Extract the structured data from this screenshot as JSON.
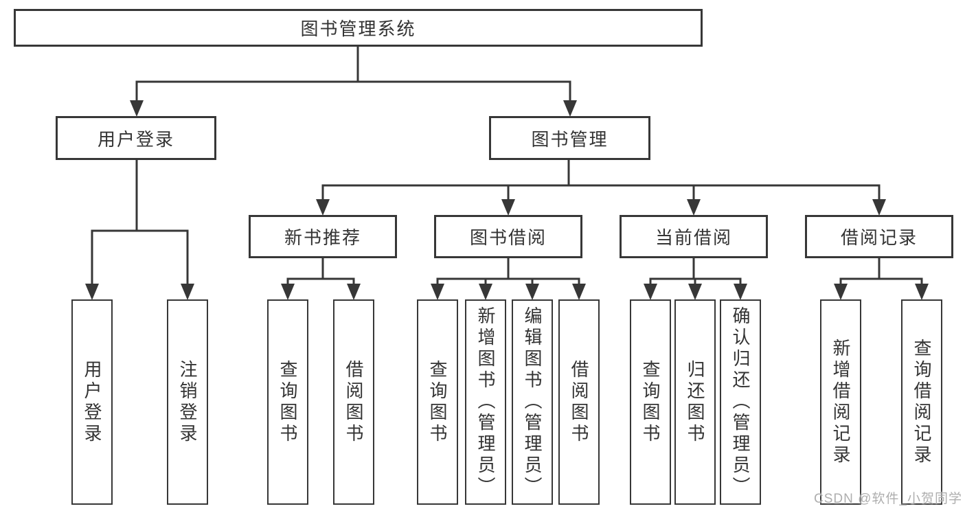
{
  "tree": {
    "root": {
      "label": "图书管理系统"
    },
    "branches": [
      {
        "label": "用户登录",
        "children": [
          {
            "label": "用户登录"
          },
          {
            "label": "注销登录"
          }
        ]
      },
      {
        "label": "图书管理",
        "children": [
          {
            "label": "新书推荐",
            "children": [
              {
                "label": "查询图书"
              },
              {
                "label": "借阅图书"
              }
            ]
          },
          {
            "label": "图书借阅",
            "children": [
              {
                "label": "查询图书"
              },
              {
                "label": "新增图书（管理员）"
              },
              {
                "label": "编辑图书（管理员）"
              },
              {
                "label": "借阅图书"
              }
            ]
          },
          {
            "label": "当前借阅",
            "children": [
              {
                "label": "查询图书"
              },
              {
                "label": "归还图书"
              },
              {
                "label": "确认归还（管理员）"
              }
            ]
          },
          {
            "label": "借阅记录",
            "children": [
              {
                "label": "新增借阅记录"
              },
              {
                "label": "查询借阅记录"
              }
            ]
          }
        ]
      }
    ]
  },
  "watermark": {
    "text": "CSDN @软件_小贺同学"
  },
  "colors": {
    "line": "#373737",
    "text": "#333333",
    "watermark": "#aeaeae",
    "background": "#ffffff"
  }
}
